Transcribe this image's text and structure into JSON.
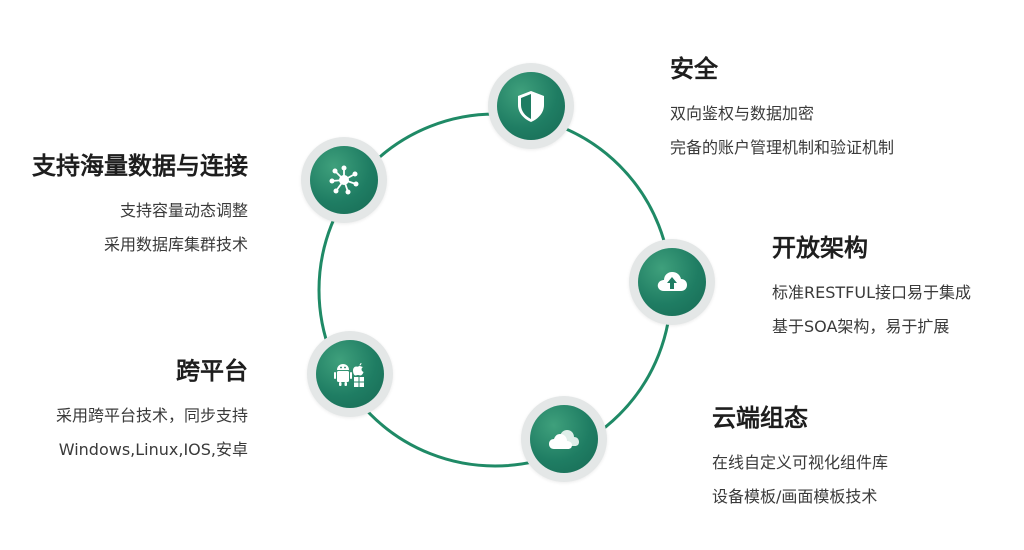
{
  "diagram": {
    "colors": {
      "ring": "#1f8a66",
      "node_outer": "#e4e7e7",
      "node_inner": "#1f7d63"
    },
    "features": {
      "security": {
        "icon": "shield-icon",
        "title": "安全",
        "lines": [
          "双向鉴权与数据加密",
          "完备的账户管理机制和验证机制"
        ]
      },
      "open_architecture": {
        "icon": "cloud-upload-icon",
        "title": "开放架构",
        "lines": [
          "标准RESTFUL接口易于集成",
          "基于SOA架构，易于扩展"
        ]
      },
      "cloud_config": {
        "icon": "cloud-icon",
        "title": "云端组态",
        "lines": [
          "在线自定义可视化组件库",
          "设备模板/画面模板技术"
        ]
      },
      "cross_platform": {
        "icon": "android-windows-icon",
        "title": "跨平台",
        "lines": [
          "采用跨平台技术，同步支持",
          "Windows,Linux,IOS,安卓"
        ]
      },
      "massive_data": {
        "icon": "network-hub-icon",
        "title": "支持海量数据与连接",
        "lines": [
          "支持容量动态调整",
          "采用数据库集群技术"
        ]
      }
    }
  }
}
